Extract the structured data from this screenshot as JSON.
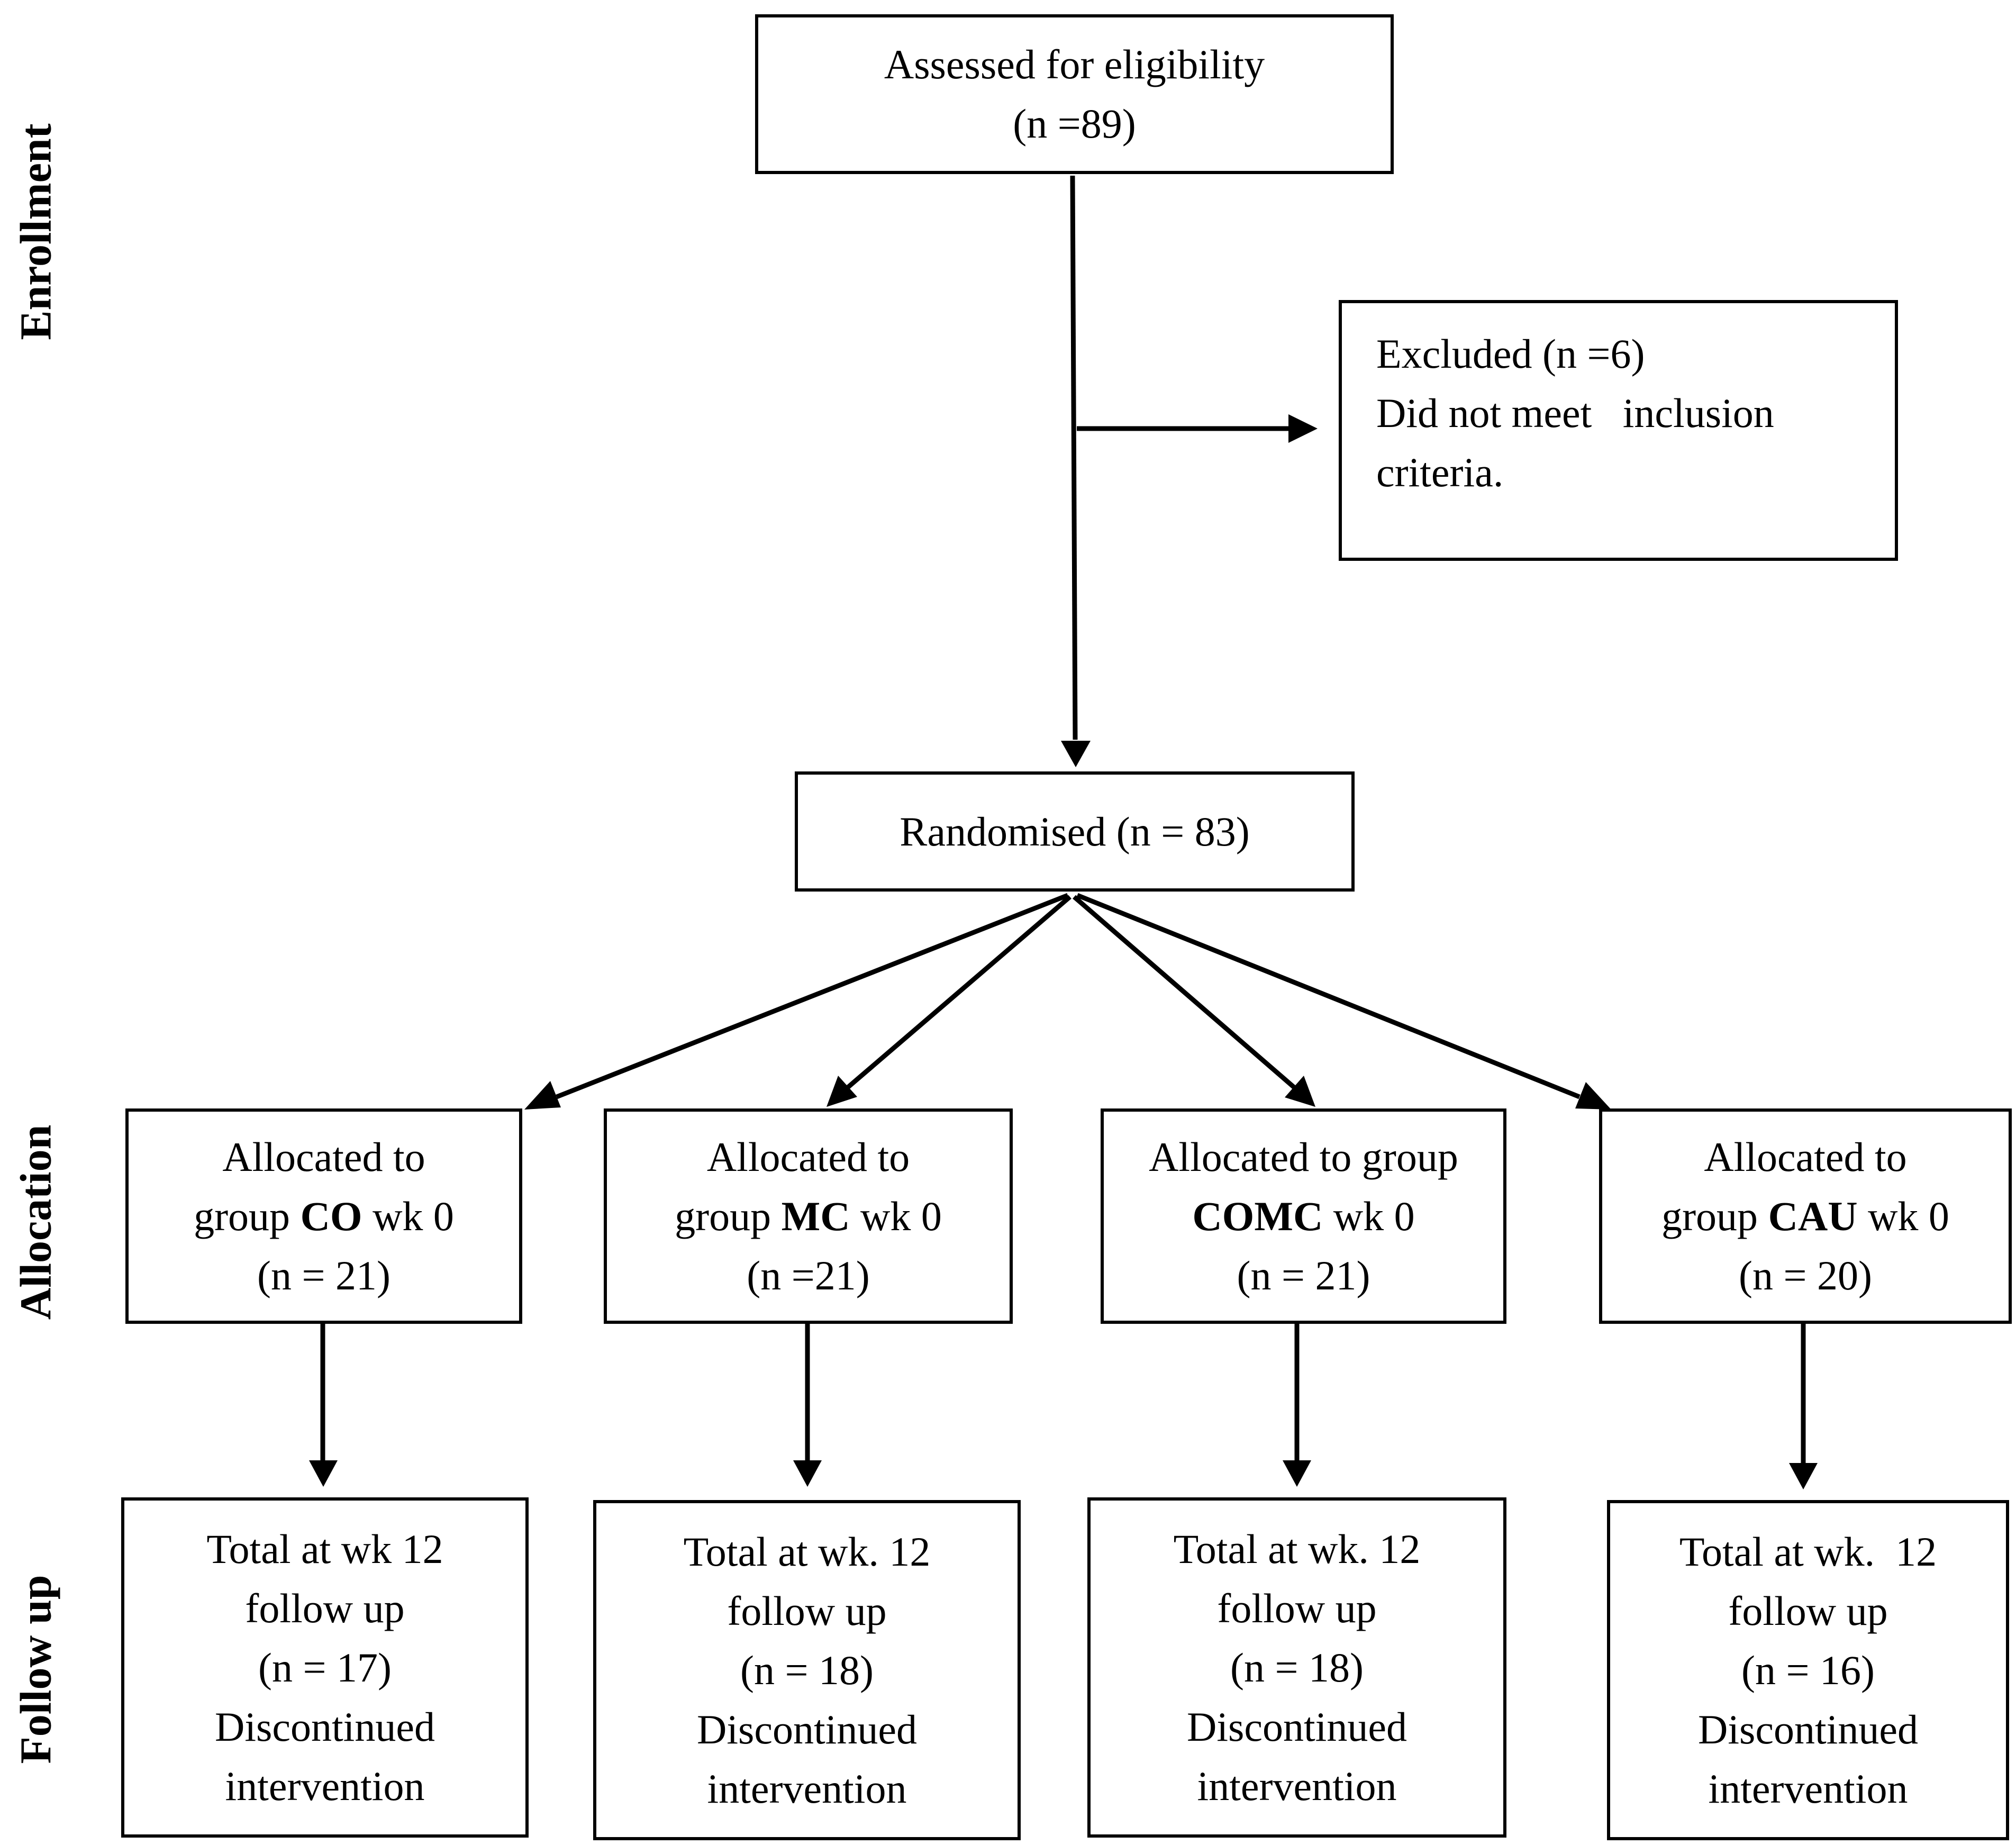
{
  "stages": {
    "enrollment": "Enrollment",
    "allocation": "Allocation",
    "follow_up": "Follow up"
  },
  "assessed": {
    "line1": "Assessed for eligibility",
    "line2": "(n =89)"
  },
  "excluded": {
    "line1": "Excluded (n =6)",
    "line2": "Did not meet   inclusion",
    "line3": "criteria."
  },
  "randomised": {
    "line1": "Randomised (n = 83)"
  },
  "allocation": [
    {
      "line1": "Allocated to",
      "pre": "group ",
      "group": "CO",
      "post": " wk 0",
      "n": "(n = 21)"
    },
    {
      "line1": "Allocated to",
      "pre": "group ",
      "group": "MC",
      "post": " wk 0",
      "n": "(n =21)"
    },
    {
      "line1": "Allocated to group",
      "pre": "",
      "group": "COMC",
      "post": " wk 0",
      "n": "(n = 21)"
    },
    {
      "line1": "Allocated to",
      "pre": "group ",
      "group": "CAU",
      "post": " wk 0",
      "n": "(n = 20)"
    }
  ],
  "follow_up": [
    {
      "line1": "Total at wk 12",
      "line2": "follow up",
      "line3": "(n = 17)",
      "line4": "Discontinued",
      "line5": "intervention"
    },
    {
      "line1": "Total at wk. 12",
      "line2": "follow up",
      "line3": "(n = 18)",
      "line4": "Discontinued",
      "line5": "intervention"
    },
    {
      "line1": "Total at wk. 12",
      "line2": "follow up",
      "line3": "(n = 18)",
      "line4": "Discontinued",
      "line5": "intervention"
    },
    {
      "line1": "Total at wk.  12",
      "line2": "follow up",
      "line3": "(n = 16)",
      "line4": "Discontinued",
      "line5": "intervention"
    }
  ]
}
